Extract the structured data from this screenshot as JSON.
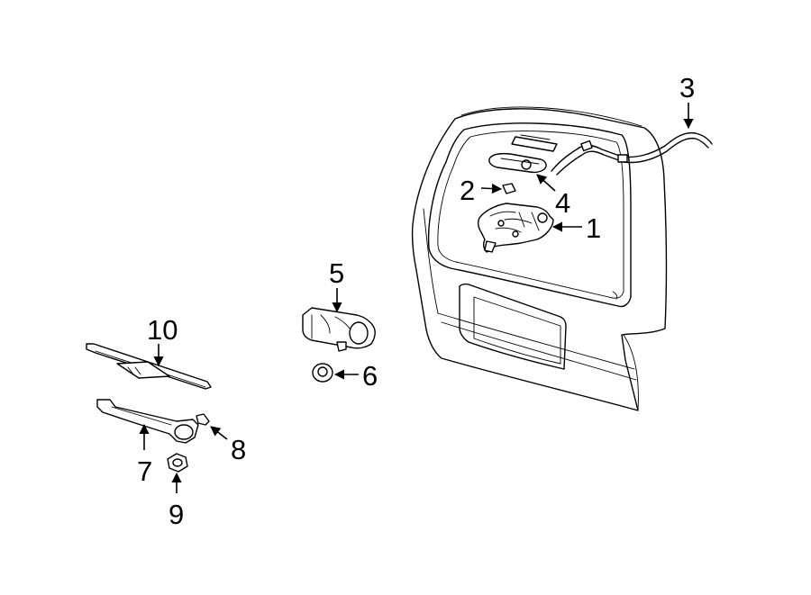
{
  "diagram": {
    "parts": [
      {
        "id": "part-1",
        "number": "1"
      },
      {
        "id": "part-2",
        "number": "2"
      },
      {
        "id": "part-3",
        "number": "3"
      },
      {
        "id": "part-4",
        "number": "4"
      },
      {
        "id": "part-5",
        "number": "5"
      },
      {
        "id": "part-6",
        "number": "6"
      },
      {
        "id": "part-7",
        "number": "7"
      },
      {
        "id": "part-8",
        "number": "8"
      },
      {
        "id": "part-9",
        "number": "9"
      },
      {
        "id": "part-10",
        "number": "10"
      }
    ]
  }
}
